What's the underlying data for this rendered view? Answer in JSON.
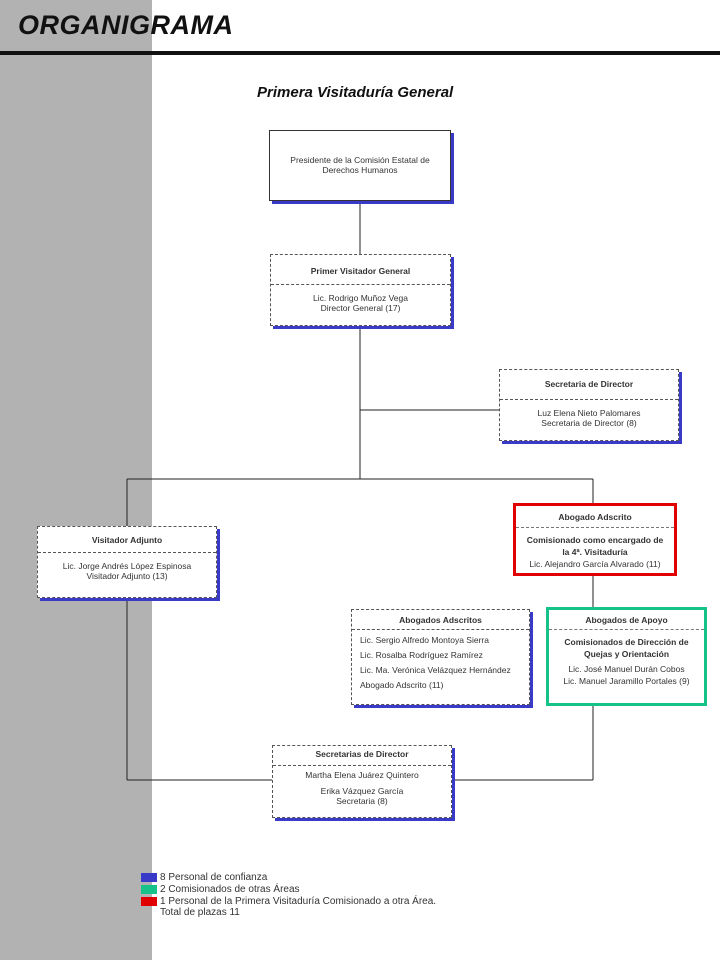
{
  "header": {
    "title": "ORGANIGRAMA",
    "subtitle": "Primera Visitaduría General"
  },
  "nodes": {
    "presidente": {
      "body": [
        "Presidente de la Comisión Estatal de",
        "Derechos Humanos"
      ]
    },
    "primer_visitador": {
      "head": "Primer Visitador General",
      "body": [
        "Lic. Rodrigo Muñoz Vega",
        "Director General (17)"
      ]
    },
    "secretaria_director": {
      "head": "Secretaria de Director",
      "body": [
        "Luz Elena Nieto Palomares",
        "Secretaria de Director (8)"
      ]
    },
    "visitador_adjunto": {
      "head": "Visitador Adjunto",
      "body": [
        "Lic. Jorge Andrés López Espinosa",
        "Visitador Adjunto (13)"
      ]
    },
    "abogado_adscrito": {
      "head": "Abogado Adscrito",
      "body": [
        "Comisionado como encargado de",
        "la 4ª. Visitaduría",
        "Lic. Alejandro García Alvarado (11)"
      ]
    },
    "abogados_adscritos": {
      "head": "Abogados Adscritos",
      "body": [
        "Lic. Sergio Alfredo Montoya Sierra",
        "Lic. Rosalba Rodríguez Ramírez",
        "Lic. Ma. Verónica Velázquez Hernández",
        "Abogado Adscrito (11)"
      ]
    },
    "abogados_apoyo": {
      "head": "Abogados de Apoyo",
      "body": [
        "Comisionados de Dirección de",
        "Quejas y Orientación",
        "Lic. José Manuel Durán Cobos",
        "Lic. Manuel Jaramillo Portales (9)"
      ]
    },
    "secretarias_director": {
      "head": "Secretarias de Director",
      "body": [
        "Martha Elena Juárez Quintero",
        "Erika Vázquez García",
        "Secretaria (8)"
      ]
    }
  },
  "legend": {
    "items": [
      {
        "color": "#3a3ac8",
        "label": "8 Personal de confianza"
      },
      {
        "color": "#15c28a",
        "label": "2 Comisionados de otras Áreas"
      },
      {
        "color": "#e00000",
        "label": "1 Personal de la Primera Visitaduría Comisionado a otra Área."
      }
    ],
    "total": "Total de plazas 11"
  }
}
